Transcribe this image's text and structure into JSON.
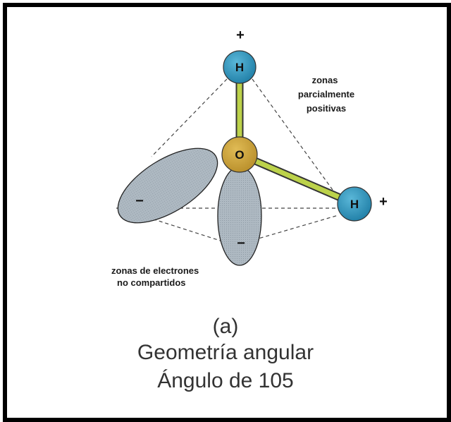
{
  "atoms": {
    "oxygen": "O",
    "hydrogen_top": "H",
    "hydrogen_right": "H"
  },
  "charges": {
    "top": "+",
    "right": "+",
    "lobe_left": "−",
    "lobe_bottom": "−"
  },
  "labels": {
    "positive_zones": [
      "zonas",
      "parcialmente",
      "positivas"
    ],
    "electron_zones": [
      "zonas de electrones",
      "no compartidos"
    ]
  },
  "caption": {
    "tag": "(a)",
    "line1": "Geometría angular",
    "line2": "Ángulo de 105"
  },
  "colors": {
    "hydrogen": "#2e8fb4",
    "oxygen": "#c9a23a",
    "bond": "#b8cc45",
    "lobe": "#a7b3bd",
    "frame": "#000000"
  }
}
